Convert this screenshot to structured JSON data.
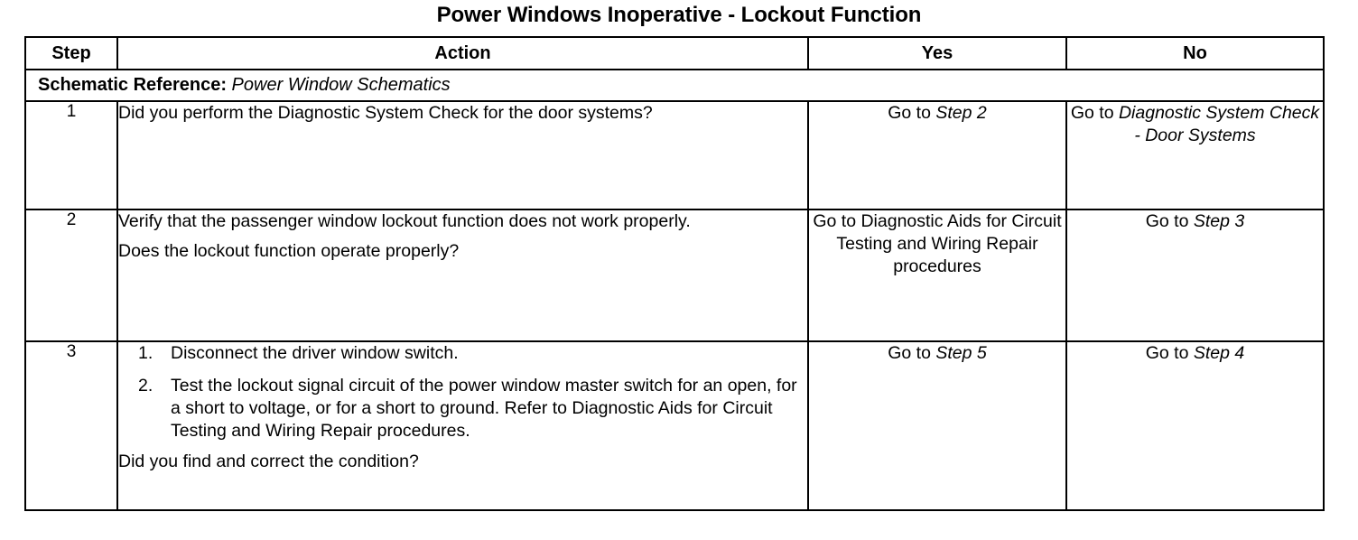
{
  "document": {
    "title": "Power Windows Inoperative - Lockout Function"
  },
  "table": {
    "headers": {
      "step": "Step",
      "action": "Action",
      "yes": "Yes",
      "no": "No"
    },
    "schematic_reference": {
      "label": "Schematic Reference:",
      "value": "Power Window Schematics"
    },
    "rows": [
      {
        "step": "1",
        "action": {
          "paragraphs": [
            "Did you perform the Diagnostic System Check for the door systems?"
          ]
        },
        "yes": {
          "prefix": "Go to ",
          "link": "Step 2"
        },
        "no": {
          "prefix": "Go to ",
          "link": "Diagnostic System Check - Door Systems"
        }
      },
      {
        "step": "2",
        "action": {
          "paragraphs": [
            "Verify that the passenger window lockout function does not work properly.",
            "Does the lockout function operate properly?"
          ]
        },
        "yes": {
          "prefix": "Go to Diagnostic Aids for Circuit Testing and Wiring Repair procedures",
          "link": ""
        },
        "no": {
          "prefix": "Go to ",
          "link": "Step 3"
        }
      },
      {
        "step": "3",
        "action": {
          "list": [
            {
              "num": "1.",
              "text": "Disconnect the driver window switch."
            },
            {
              "num": "2.",
              "text": "Test the lockout signal circuit of the power window master switch for an open, for a short to voltage, or for a short to ground. Refer to Diagnostic Aids for Circuit Testing and Wiring Repair procedures."
            }
          ],
          "paragraphs": [
            "Did you find and correct the condition?"
          ]
        },
        "yes": {
          "prefix": "Go to ",
          "link": "Step 5"
        },
        "no": {
          "prefix": "Go to ",
          "link": "Step 4"
        }
      }
    ]
  }
}
